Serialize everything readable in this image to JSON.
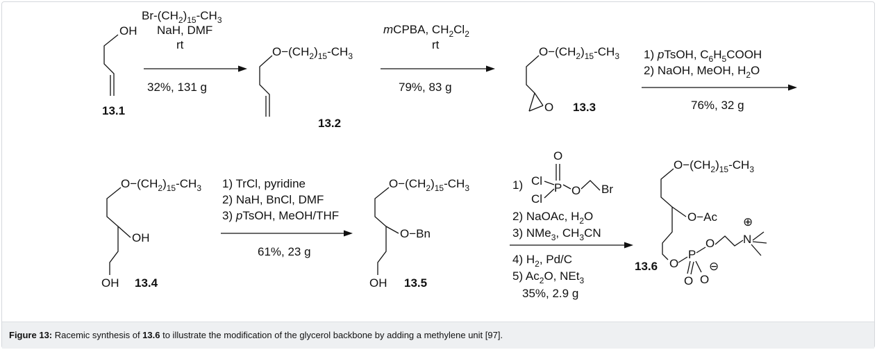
{
  "scheme": {
    "compounds": {
      "c13_1": {
        "label": "13.1",
        "oh": "OH"
      },
      "c13_2": {
        "label": "13.2"
      },
      "c13_3": {
        "label": "13.3",
        "o": "O"
      },
      "c13_4": {
        "label": "13.4",
        "oh": "OH"
      },
      "c13_5": {
        "label": "13.5",
        "obn": "O−Bn",
        "oh": "OH"
      },
      "c13_6": {
        "label": "13.6",
        "oac": "O−Ac"
      }
    },
    "chain": {
      "prefix": "O−(CH",
      "sub2": "2",
      "paren": ")",
      "sub15": "15",
      "suffix": "-CH",
      "sub3": "3"
    },
    "step1": {
      "line1": "Br-(CH",
      "line1_sub2": "2",
      "line1_paren": ")",
      "line1_sub15": "15",
      "line1_suffix": "-CH",
      "line1_sub3": "3",
      "line2": "NaH, DMF",
      "line3": "rt",
      "yield": "32%, 131 g"
    },
    "step2": {
      "italic": "m",
      "line1": "CPBA, CH",
      "line1_sub2": "2",
      "line1_cl": "Cl",
      "line1_sub2b": "2",
      "line2": "rt",
      "yield": "79%, 83 g"
    },
    "step3": {
      "line1_pre": "1) ",
      "line1_italic": "p",
      "line1_rest": "TsOH, C",
      "line1_sub6": "6",
      "line1_h": "H",
      "line1_sub5": "5",
      "line1_end": "COOH",
      "line2_pre": "2) NaOH, MeOH, H",
      "line2_sub2": "2",
      "line2_end": "O",
      "yield": "76%, 32 g"
    },
    "step4": {
      "line1": "1) TrCl, pyridine",
      "line2": "2) NaH, BnCl, DMF",
      "line3_pre": "3) ",
      "line3_italic": "p",
      "line3_rest": "TsOH, MeOH/THF",
      "yield": "61%, 23 g"
    },
    "step5": {
      "line1": "1)",
      "cl_top": "Cl",
      "p": "P",
      "o_top": "O",
      "o_chain": "O",
      "br": "Br",
      "cl_bottom": "Cl",
      "line2_pre": "2) NaOAc, H",
      "line2_sub2": "2",
      "line2_end": "O",
      "line3_pre": "3) NMe",
      "line3_sub3": "3",
      "line3_mid": ", CH",
      "line3_sub3b": "3",
      "line3_end": "CN",
      "line4": "4) H",
      "line4_sub2": "2",
      "line4_end": ", Pd/C",
      "line5_pre": "5) Ac",
      "line5_sub2": "2",
      "line5_mid": "O, NEt",
      "line5_sub3": "3",
      "yield": "35%, 2.9 g"
    },
    "pc": {
      "o1": "O",
      "p": "P",
      "o2": "O",
      "o3": "O",
      "o4": "O",
      "minus": "⊖",
      "n": "N",
      "plus": "⊕"
    }
  },
  "caption": {
    "figure_label": "Figure 13:",
    "text_before": " Racemic synthesis of ",
    "compound": "13.6",
    "text_after": " to illustrate the modification of the glycerol backbone by adding a methylene unit [97]."
  }
}
